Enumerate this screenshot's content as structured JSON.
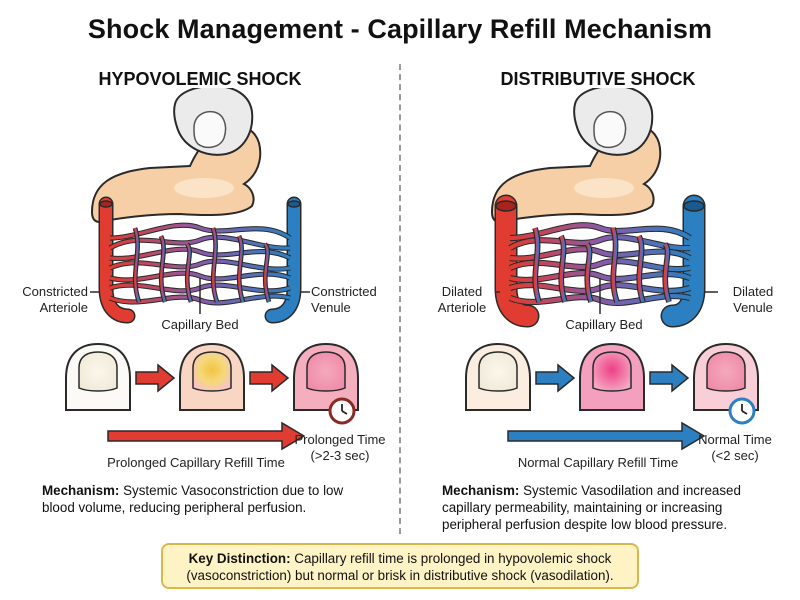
{
  "title": "Shock Management - Capillary Refill Mechanism",
  "colors": {
    "arterial_red": "#e03c31",
    "venous_blue": "#2c7fc0",
    "skin": "#f7cfa6",
    "key_box_fill": "#fdf3c4",
    "key_box_border": "#d8b84a"
  },
  "panels": [
    {
      "heading": "HYPOVOLEMIC SHOCK",
      "arteriole_label": "Constricted\nArteriole",
      "venule_label": "Constricted\nVenule",
      "capillary_label": "Capillary Bed",
      "refill_label": "Prolonged Capillary Refill Time",
      "time_label": "Prolonged Time\n(>2-3 sec)",
      "mechanism_title": "Mechanism:",
      "mechanism_text": " Systemic Vasoconstriction due to low blood volume, reducing peripheral perfusion."
    },
    {
      "heading": "DISTRIBUTIVE SHOCK",
      "arteriole_label": "Dilated\nArteriole",
      "venule_label": "Dilated\nVenule",
      "capillary_label": "Capillary Bed",
      "refill_label": "Normal Capillary Refill Time",
      "time_label": "Normal Time\n(<2 sec)",
      "mechanism_title": "Mechanism:",
      "mechanism_text": " Systemic Vasodilation and increased capillary permeability, maintaining or increasing peripheral perfusion despite low blood pressure."
    }
  ],
  "key": {
    "title": "Key Distinction:",
    "text": " Capillary refill time is prolonged in hypovolemic shock (vasoconstriction) but normal or brisk in distributive shock (vasodilation)."
  }
}
